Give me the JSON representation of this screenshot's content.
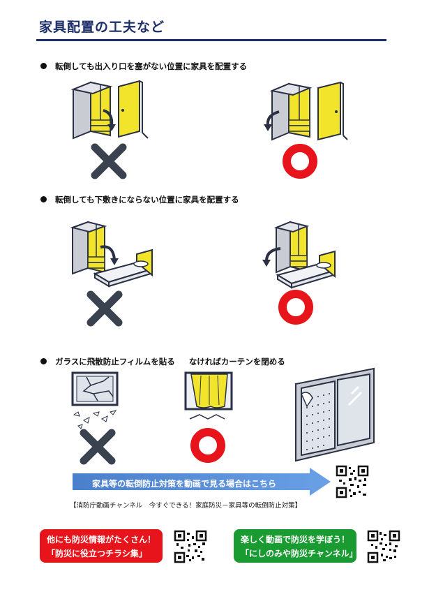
{
  "heading": "家具配置の工夫など",
  "sections": [
    {
      "text": "転倒しても出入り口を塞がない位置に家具を配置する"
    },
    {
      "text": "転倒しても下敷きにならない位置に家具を配置する"
    },
    {
      "text_a": "ガラスに飛散防止フィルムを貼る",
      "text_b": "なければカーテンを閉める"
    }
  ],
  "video_banner": "家具等の転倒防止対策を動画で見る場合はこちら",
  "video_source": "【消防庁動画チャンネル　今すぐできる！家庭防災－家具等の転倒防止対策】",
  "left_button": {
    "line1": "他にも防災情報がたくさん！",
    "line2": "「防災に役立つチラシ集」"
  },
  "right_button": {
    "line1": "楽しく動画で防災を学ぼう！",
    "line2": "「にしのみや防災チャンネル」"
  },
  "colors": {
    "navy": "#1d2f6b",
    "yellow": "#f2e42a",
    "red": "#e8141c",
    "green": "#1a9b32",
    "blue_arrow": "#5b8fd6",
    "cross": "#3a4250"
  },
  "icons": [
    "cross-mark-icon",
    "circle-mark-icon",
    "qr-code-icon",
    "arrow-right-icon"
  ]
}
